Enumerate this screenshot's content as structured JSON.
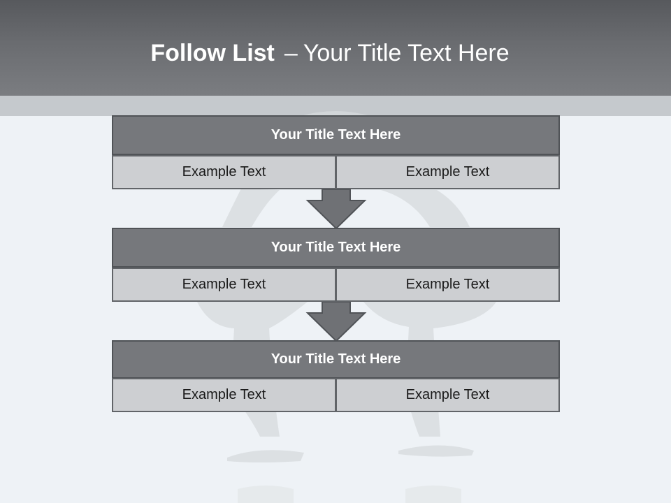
{
  "header": {
    "title_bold": "Follow List",
    "title_dash": "–",
    "title_rest": "Your Title Text Here"
  },
  "blocks": [
    {
      "title": "Your Title Text Here",
      "left": "Example Text",
      "right": "Example Text"
    },
    {
      "title": "Your Title Text Here",
      "left": "Example Text",
      "right": "Example Text"
    },
    {
      "title": "Your Title Text Here",
      "left": "Example Text",
      "right": "Example Text"
    }
  ],
  "colors": {
    "header_dark": "#57595d",
    "header_light": "#7b7d81",
    "strip": "#c5c9cd",
    "background": "#eef2f6",
    "title_box": "#76787c",
    "cell_box": "#cdcfd2",
    "arrow": "#6f7175"
  }
}
